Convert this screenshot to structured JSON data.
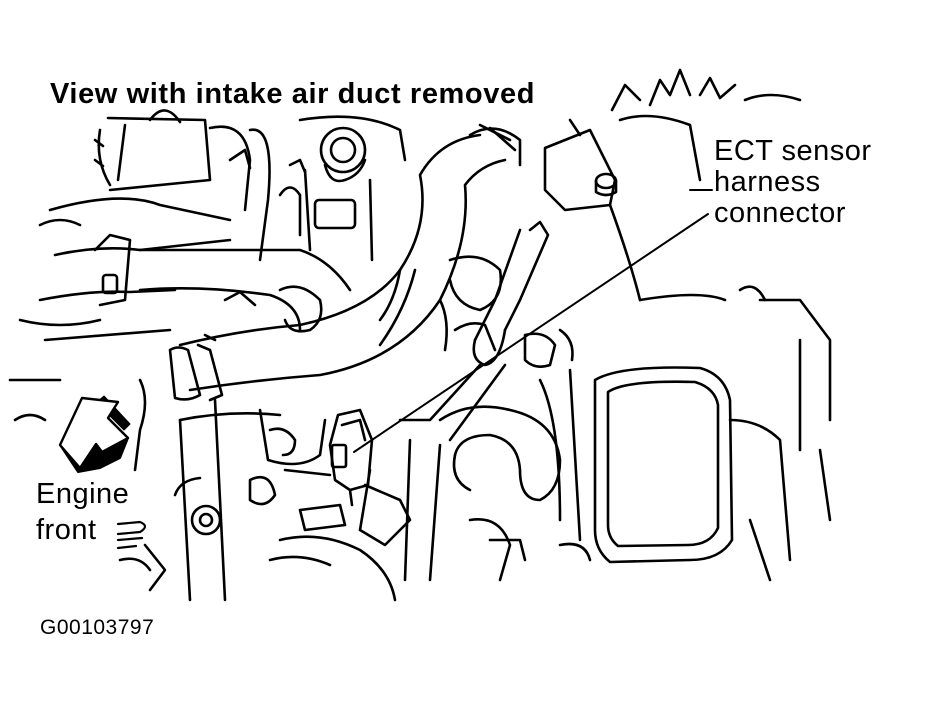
{
  "diagram": {
    "title": "View with intake air duct removed",
    "callout": {
      "lines": [
        "ECT sensor",
        "harness",
        "connector"
      ]
    },
    "engine_front": {
      "lines": [
        "Engine",
        "front"
      ]
    },
    "figure_id": "G00103797"
  }
}
